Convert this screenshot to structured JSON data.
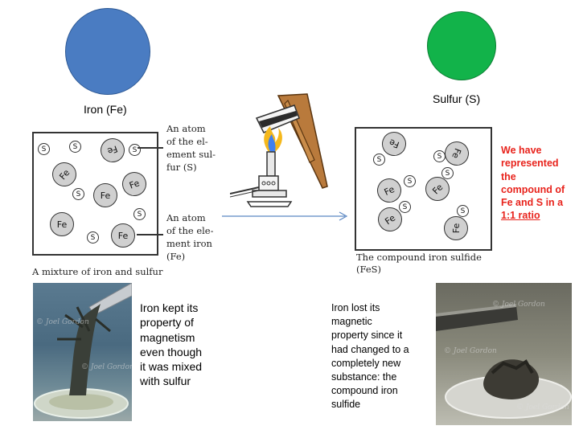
{
  "iron": {
    "label": "Iron (Fe)",
    "color": "#4a7cc2"
  },
  "sulfur": {
    "label": "Sulfur (S)",
    "color": "#12b34a"
  },
  "mixture": {
    "caption": "A mixture of iron and sulfur",
    "note_sulfur": [
      "An atom",
      "of the el-",
      "ement sul-",
      "fur (S)"
    ],
    "note_iron": [
      "An atom",
      "of the ele-",
      "ment iron",
      "(Fe)"
    ],
    "fe_symbol": "Fe",
    "s_symbol": "S"
  },
  "compound": {
    "caption_line1": "The compound iron sulfide",
    "caption_line2": "(FeS)"
  },
  "ratio_note": {
    "lines": [
      "We have",
      "represented",
      "the",
      "compound of",
      "Fe and S in a"
    ],
    "ratio": "1:1 ratio",
    "color": "#e8231c"
  },
  "iron_text": [
    "Iron kept its",
    "property of",
    "magnetism",
    "even though",
    "it was mixed",
    "with sulfur"
  ],
  "sulfide_text": [
    "Iron lost its",
    "magnetic",
    "property since it",
    "had changed to a",
    "completely new",
    "substance: the",
    "compound iron",
    "sulfide"
  ],
  "watermark": "© Joel Gordon"
}
